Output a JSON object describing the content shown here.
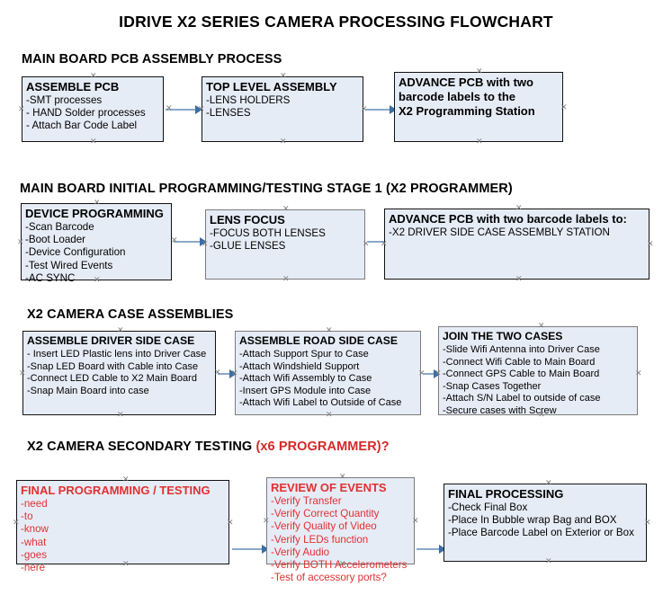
{
  "title": "IDRIVE X2  SERIES CAMERA PROCESSING FLOWCHART",
  "sections": [
    {
      "label": "MAIN BOARD PCB ASSEMBLY PROCESS",
      "accent": ""
    },
    {
      "label": "MAIN BOARD INITIAL PROGRAMMING/TESTING STAGE 1 (X2 PROGRAMMER)",
      "accent": ""
    },
    {
      "label": "X2 CAMERA CASE ASSEMBLIES",
      "accent": ""
    },
    {
      "label": "X2 CAMERA SECONDARY TESTING ",
      "accent": "(x6 PROGRAMMER)?"
    }
  ],
  "colors": {
    "box_fill": "#e6ecf6",
    "box_border": "#111111",
    "box_border_gray": "#7b7b7b",
    "arrow": "#3a6ea5",
    "accent_red": "#e03131",
    "section_accent_red": "#d42828",
    "text": "#000000"
  },
  "rows": [
    {
      "name": "main-board-pcb-assembly-process",
      "boxes": [
        {
          "header": "ASSEMBLE PCB",
          "items": [
            " -SMT processes",
            "- HAND Solder processes",
            "- Attach Bar Code Label"
          ]
        },
        {
          "header": "TOP LEVEL ASSEMBLY",
          "items": [
            "-LENS HOLDERS",
            "-LENSES"
          ]
        },
        {
          "header": "ADVANCE PCB with two",
          "items": [
            "barcode labels to the",
            " X2 Programming Station"
          ]
        }
      ]
    },
    {
      "name": "main-board-initial-programming-testing",
      "boxes": [
        {
          "header": "DEVICE PROGRAMMING",
          "items": [
            "-Scan Barcode",
            "-Boot Loader",
            "-Device Configuration",
            "-Test Wired Events",
            "-AC SYNC"
          ]
        },
        {
          "header": "LENS FOCUS",
          "items": [
            "-FOCUS BOTH LENSES",
            "-GLUE LENSES"
          ]
        },
        {
          "header": "ADVANCE PCB with two barcode labels to:",
          "items": [
            "-X2 DRIVER  SIDE  CASE  ASSEMBLY STATION"
          ]
        }
      ]
    },
    {
      "name": "x2-camera-case-assemblies",
      "boxes": [
        {
          "header": "ASSEMBLE DRIVER SIDE CASE",
          "items": [
            "- Insert LED Plastic lens into Driver Case",
            "-Snap LED Board with Cable into Case",
            "-Connect LED Cable to X2 Main Board",
            "-Snap Main Board into case"
          ]
        },
        {
          "header": "ASSEMBLE ROAD SIDE CASE",
          "items": [
            "-Attach Support Spur to Case",
            "-Attach Windshield Support",
            "-Attach Wifi Assembly to Case",
            "-Insert GPS Module into Case",
            "-Attach Wifi Label to Outside of Case"
          ]
        },
        {
          "header": "JOIN THE TWO CASES",
          "items": [
            "-Slide Wifi Antenna into Driver Case",
            "-Connect Wifi Cable to Main Board",
            "-Connect GPS Cable to Main Board",
            "-Snap Cases Together",
            "-Attach S/N Label to outside of case",
            "-Secure cases with Screw"
          ]
        }
      ]
    },
    {
      "name": "x2-camera-secondary-testing",
      "boxes": [
        {
          "header": "FINAL PROGRAMMING / TESTING",
          "items": [
            "-need",
            "-to",
            "-know",
            "-what",
            "-goes",
            "-here"
          ]
        },
        {
          "header": "REVIEW OF EVENTS",
          "items": [
            "-Verify Transfer",
            "-Verify Correct Quantity",
            "-Verify Quality of Video",
            "-Verify LEDs function",
            "-Verify Audio",
            "-Verify BOTH Accelerometers",
            "-Test of accessory ports?"
          ]
        },
        {
          "header": "FINAL PROCESSING",
          "items": [
            " -Check Final Box",
            "-Place In Bubble wrap Bag and BOX",
            "-Place Barcode Label on Exterior or Box"
          ]
        }
      ]
    }
  ]
}
